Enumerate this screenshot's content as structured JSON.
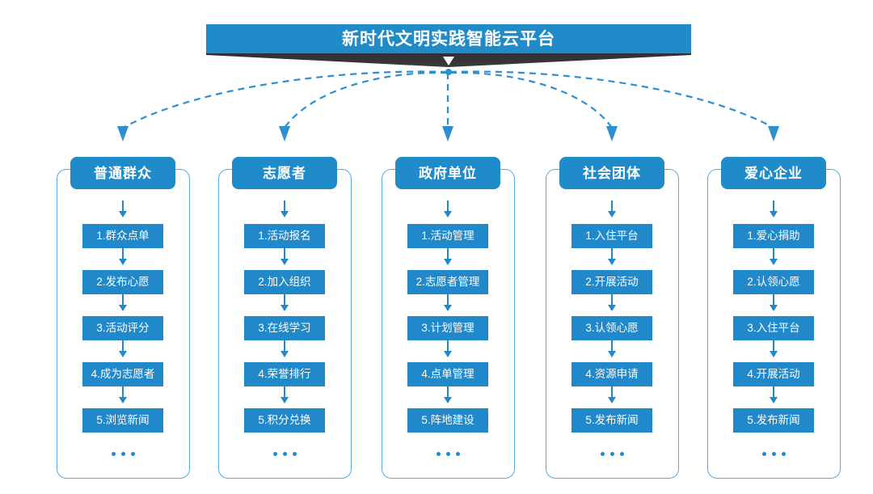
{
  "title": {
    "text": "新时代文明实践智能云平台",
    "bar_color": "#1f8bc8",
    "ribbon_color": "#2b2b2b"
  },
  "theme": {
    "primary": "#1f8bc8",
    "item_fill": "#2189c9",
    "border": "#57aadd",
    "connector": "#2b8fd0",
    "text_on_primary": "#ffffff"
  },
  "columns": [
    {
      "header": "普通群众",
      "items": [
        "1.群众点单",
        "2.发布心愿",
        "3.活动评分",
        "4.成为志愿者",
        "5.浏览新闻"
      ],
      "more": "•••"
    },
    {
      "header": "志愿者",
      "items": [
        "1.活动报名",
        "2.加入组织",
        "3.在线学习",
        "4.荣誉排行",
        "5.积分兑换"
      ],
      "more": "•••"
    },
    {
      "header": "政府单位",
      "items": [
        "1.活动管理",
        "2.志愿者管理",
        "3.计划管理",
        "4.点单管理",
        "5.阵地建设"
      ],
      "more": "•••"
    },
    {
      "header": "社会团体",
      "items": [
        "1.入住平台",
        "2.开展活动",
        "3.认领心愿",
        "4.资源申请",
        "5.发布新闻"
      ],
      "more": "•••"
    },
    {
      "header": "爱心企业",
      "items": [
        "1.爱心捐助",
        "2.认领心愿",
        "3.入住平台",
        "4.开展活动",
        "5.发布新闻"
      ],
      "more": "•••"
    }
  ]
}
